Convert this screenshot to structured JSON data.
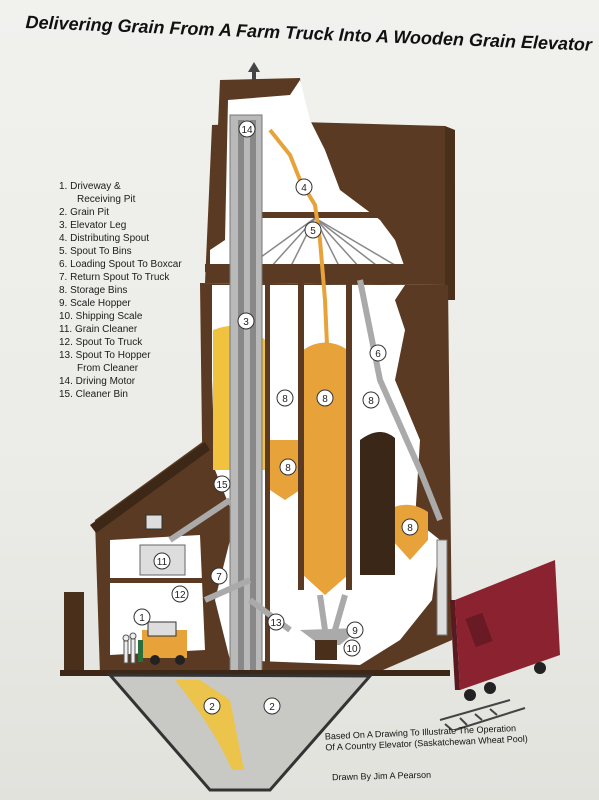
{
  "title": "Delivering Grain From A Farm Truck Into A Wooden Grain Elevator",
  "legend": [
    {
      "text": "1. Driveway &"
    },
    {
      "text": "Receiving Pit",
      "indent": true
    },
    {
      "text": "2. Grain Pit"
    },
    {
      "text": "3. Elevator Leg"
    },
    {
      "text": "4. Distributing Spout"
    },
    {
      "text": "5. Spout To Bins"
    },
    {
      "text": "6. Loading Spout To Boxcar"
    },
    {
      "text": "7. Return Spout To Truck"
    },
    {
      "text": "8. Storage Bins"
    },
    {
      "text": "9. Scale Hopper"
    },
    {
      "text": "10. Shipping Scale"
    },
    {
      "text": "11. Grain Cleaner"
    },
    {
      "text": "12. Spout To Truck"
    },
    {
      "text": "13. Spout To Hopper"
    },
    {
      "text": "From Cleaner",
      "indent": true
    },
    {
      "text": "14. Driving Motor"
    },
    {
      "text": "15. Cleaner Bin"
    }
  ],
  "callouts": [
    "14",
    "4",
    "5",
    "3",
    "6",
    "8",
    "8",
    "8",
    "8",
    "8",
    "15",
    "11",
    "7",
    "12",
    "1",
    "13",
    "9",
    "10",
    "2",
    "2"
  ],
  "credit_line1": "Based On A Drawing To Illustrate The Operation",
  "credit_line2": "Of A Country Elevator (Saskatchewan Wheat Pool)",
  "credit_drawn": "Drawn By Jim A Pearson",
  "colors": {
    "wood": "#5a3a22",
    "grain": "#e8a23a",
    "grain_light": "#f0c23e",
    "boxcar": "#8b2230",
    "cutaway": "#ffffff",
    "leg": "#b9b9b9"
  }
}
